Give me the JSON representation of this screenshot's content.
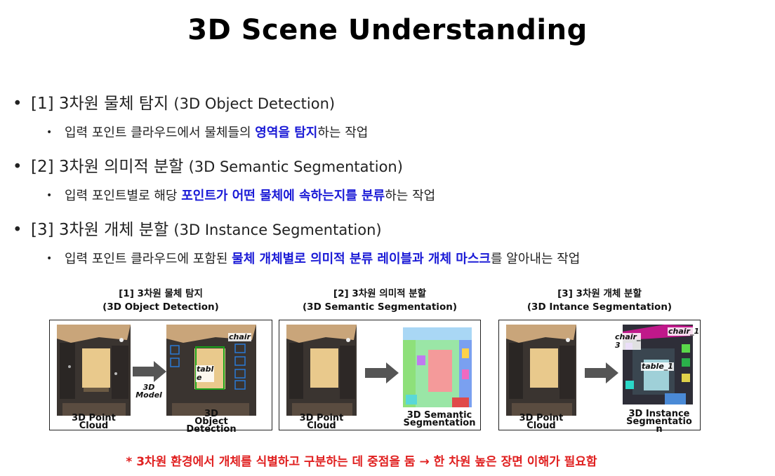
{
  "title": "3D Scene Understanding",
  "bullets": [
    {
      "main": {
        "prefix": "[1] 3차원 물체 탐지 ",
        "paren": "(3D Object Detection)"
      },
      "sub": {
        "pre": "입력 포인트 클라우드에서 물체들의 ",
        "hl": "영역을 탐지",
        "post": "하는 작업"
      }
    },
    {
      "main": {
        "prefix": "[2] 3차원 의미적 분할 ",
        "paren": "(3D Semantic Segmentation)"
      },
      "sub": {
        "pre": "입력 포인트별로 해당 ",
        "hl": "포인트가 어떤 물체에 속하는지를 분류",
        "post": "하는 작업"
      }
    },
    {
      "main": {
        "prefix": "[3] 3차원 개체 분할 ",
        "paren": "(3D Instance Segmentation)"
      },
      "sub": {
        "pre": "입력 포인트 클라우드에 포함된 ",
        "hl": "물체 개체별로 의미적 분류 레이블과 개체 마스크",
        "post": "를 알아내는 작업"
      }
    }
  ],
  "bullet_symbol": "•",
  "panels": [
    {
      "title1": "[1] 3차원 물체 탐지",
      "title2": "(3D Object Detection)",
      "left_caption": "3D Point\nCloud",
      "right_caption": "3D\nObject\nDetection",
      "arrow_label": "3D\nModel",
      "labels": [
        "chair",
        "tabl\ne"
      ]
    },
    {
      "title1": "[2] 3차원 의미적 분할",
      "title2": "(3D Semantic Segmentation)",
      "left_caption": "3D Point\nCloud",
      "right_caption": "3D Semantic\nSegmentation"
    },
    {
      "title1": "[3] 3차원 개체 분할",
      "title2": "(3D Intance Segmentation)",
      "left_caption": "3D Point\nCloud",
      "right_caption": "3D Instance\nSegmentatio\nn",
      "labels": [
        "chair_1",
        "chair_\n3",
        "table_1"
      ]
    }
  ],
  "note": "* 3차원 환경에서 개체를 식별하고 구분하는 데 중점을 둠 → 한 차원 높은 장면 이해가 필요함",
  "colors": {
    "highlight": "#1a1ad6",
    "note": "#e02020"
  }
}
